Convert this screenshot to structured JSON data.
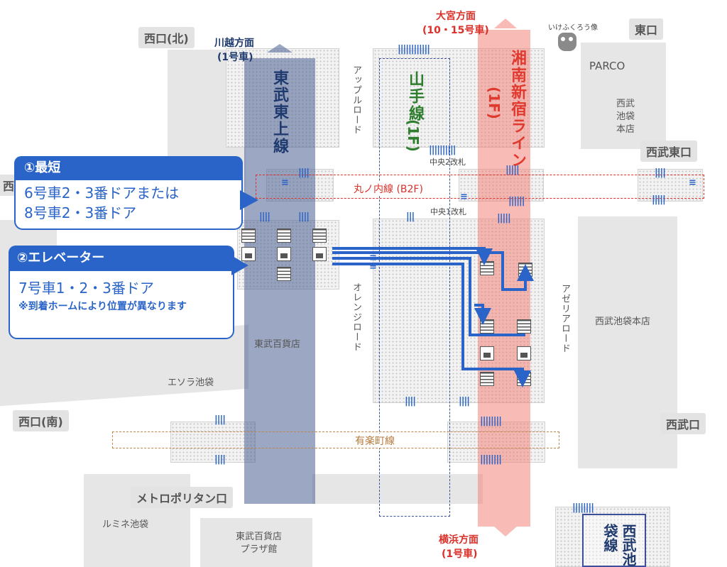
{
  "compass": {
    "west_north": "西口(北)",
    "west_south": "西口(南)",
    "east": "東口",
    "seibu_east": "西武東口",
    "seibu_west": "西武口",
    "metropolitan": "メトロポリタン口",
    "west_cut": "西口"
  },
  "directions": {
    "kawagoe": "川越方面",
    "kawagoe_car": "(1号車)",
    "omiya": "大宮方面",
    "omiya_car": "(10・15号車)",
    "yokohama": "横浜方面",
    "yokohama_car": "(1号車)"
  },
  "lines": {
    "tobu_tojo": "東武東上線",
    "yamanote": "山手線",
    "yamanote_floor": "(1F)",
    "shonan": "湘南新宿ライン",
    "shonan_floor": "(1F)",
    "marunouchi": "丸ノ内線 (B2F)",
    "yurakucho": "有楽町線",
    "seibu_ikebukuro": "西武池袋線"
  },
  "places": {
    "apple_road": "アップルロード",
    "orange_road": "オレンジロード",
    "azalea_road": "アゼリアロード",
    "tobu_dept": "東武百貨店",
    "esora": "エソラ池袋",
    "lumine": "ルミネ池袋",
    "tobu_plaza": "東武百貨店\nプラザ館",
    "parco": "PARCO",
    "seibu_honten_short": "西武\n池袋\n本店",
    "seibu_honten": "西武池袋本店",
    "owl": "いけふくろう像",
    "center2": "中央2改札",
    "center1": "中央1改札"
  },
  "callouts": {
    "shortest_title": "①最短",
    "shortest_body": "6号車2・3番ドアまたは\n8号車2・3番ドア",
    "elevator_title": "②エレベーター",
    "elevator_body": "7号車1・2・3番ドア",
    "elevator_note": "※到着ホームにより位置が異なります"
  },
  "colors": {
    "tobu": "#334b7a",
    "yamanote": "#2f7d2f",
    "shonan": "#e03a2e",
    "marunouchi": "#d9302a",
    "yurakucho": "#b47a3a",
    "route_blue": "#2a64c8"
  }
}
